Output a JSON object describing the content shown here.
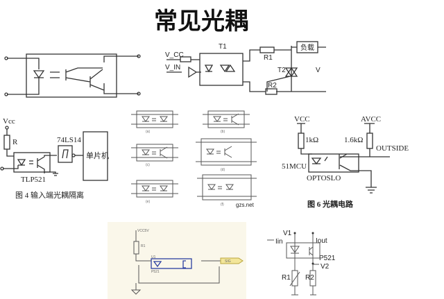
{
  "title": "常见光耦",
  "diagram_top_right": {
    "vcc": "V_CC",
    "vin": "V_IN",
    "t1": "T1",
    "r1": "R1",
    "t2": "T2",
    "r2": "R2",
    "load": "负载",
    "v": "V"
  },
  "fig4": {
    "vcc": "Vcc",
    "r": "R",
    "gate": "74LS14",
    "mcu": "单片机",
    "opto": "TLP521",
    "caption": "图 4  输入端光耦隔离"
  },
  "grid": {
    "labels": [
      "(a)",
      "(b)",
      "(c)",
      "(d)",
      "(e)",
      "(f)"
    ],
    "watermark": "gzs.net"
  },
  "fig6": {
    "vcc": "VCC",
    "avcc": "AVCC",
    "r1": "1kΩ",
    "r2": "1.6kΩ",
    "outside": "OUTSIDE",
    "mcu": "51MCU",
    "opto": "OPTOSLO",
    "caption": "图 6  光耦电路"
  },
  "bottom_left": {
    "vcc": "VCC5V",
    "r": "R1",
    "u": "U1",
    "part": "P521",
    "net": "SIG"
  },
  "bottom_right": {
    "v1": "V1",
    "iin": "Iin",
    "iout": "Iout",
    "part": "P521",
    "v2": "V2",
    "r1": "R1",
    "r2": "R2"
  }
}
